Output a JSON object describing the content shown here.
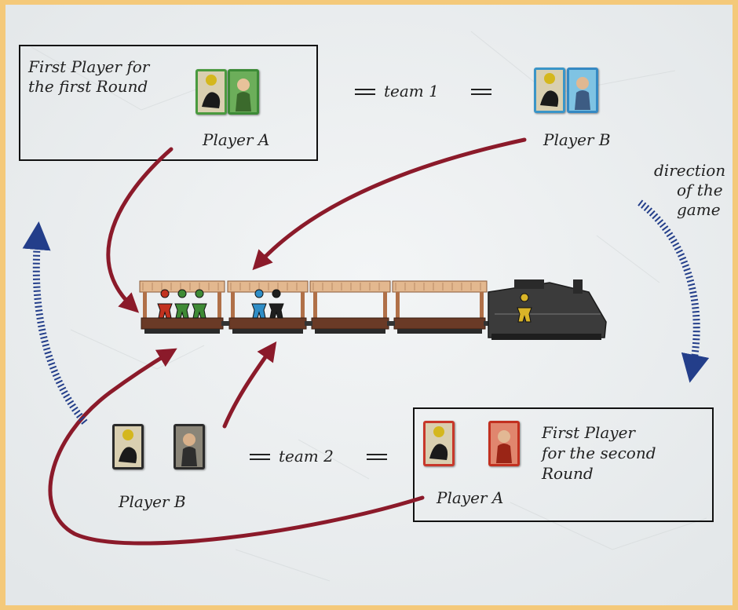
{
  "first_round": {
    "label_line1": "First Player for",
    "label_line2": "the first Round"
  },
  "second_round": {
    "label_line1": "First Player",
    "label_line2": "for the second",
    "label_line3": "Round"
  },
  "team1": {
    "label": "team 1",
    "player_a": "Player A",
    "player_b": "Player B"
  },
  "team2": {
    "label": "team 2",
    "player_a": "Player A",
    "player_b": "Player B"
  },
  "direction": {
    "line1": "direction",
    "line2": "of the",
    "line3": "game"
  },
  "colors": {
    "paper": "#eceff0",
    "border": "#f4c97a",
    "arrow_red": "#8b1a2a",
    "arrow_blue": "#233e8a",
    "green": "#3e8a35",
    "blue": "#2f8ec7",
    "black": "#1e1e1e",
    "red": "#c2321f",
    "yellow": "#d9b428"
  },
  "train": {
    "wagons": [
      {
        "meeples": [
          "red",
          "green",
          "green"
        ]
      },
      {
        "meeples": [
          "blue",
          "black"
        ]
      },
      {
        "meeples": []
      },
      {
        "meeples": []
      }
    ],
    "locomotive_meeple": "yellow"
  }
}
